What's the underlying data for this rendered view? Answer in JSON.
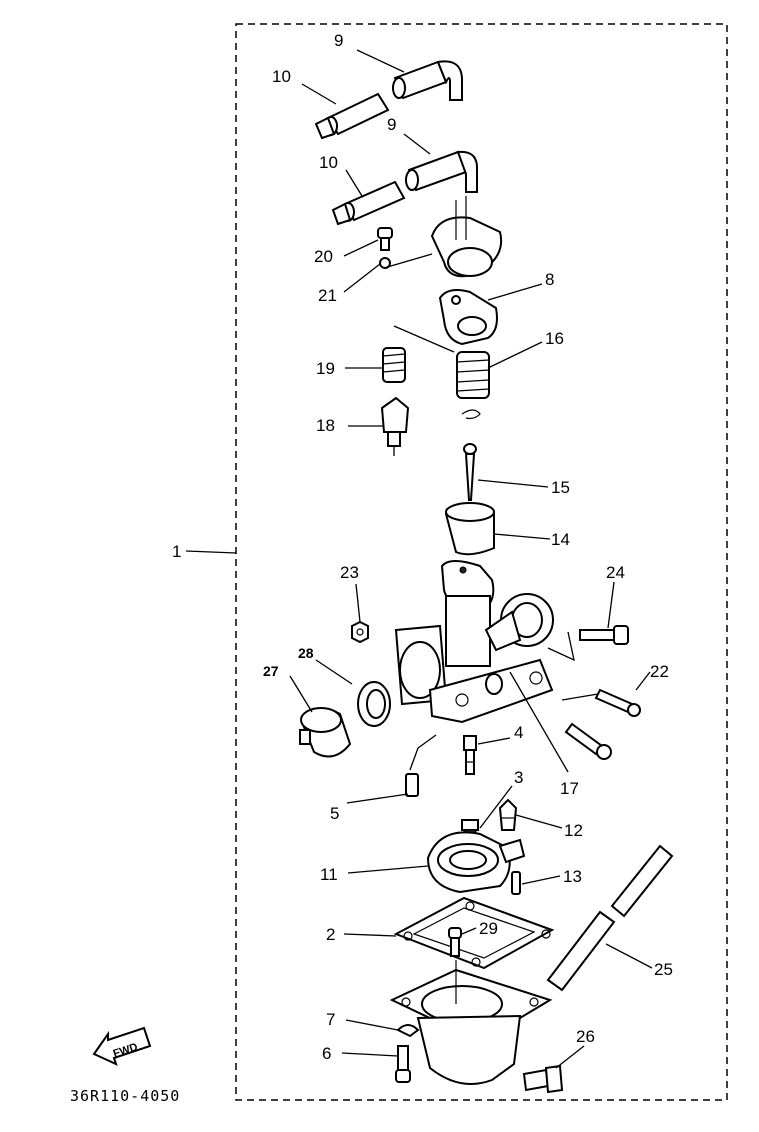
{
  "diagram": {
    "code": "36R110-4050",
    "fwd_label": "FWD",
    "callouts": [
      {
        "id": "c1",
        "text": "1"
      },
      {
        "id": "c2",
        "text": "2"
      },
      {
        "id": "c3",
        "text": "3"
      },
      {
        "id": "c4",
        "text": "4"
      },
      {
        "id": "c5",
        "text": "5"
      },
      {
        "id": "c6",
        "text": "6"
      },
      {
        "id": "c7",
        "text": "7"
      },
      {
        "id": "c8",
        "text": "8"
      },
      {
        "id": "c9a",
        "text": "9"
      },
      {
        "id": "c9b",
        "text": "9"
      },
      {
        "id": "c10a",
        "text": "10"
      },
      {
        "id": "c10b",
        "text": "10"
      },
      {
        "id": "c11",
        "text": "11"
      },
      {
        "id": "c12",
        "text": "12"
      },
      {
        "id": "c13",
        "text": "13"
      },
      {
        "id": "c14",
        "text": "14"
      },
      {
        "id": "c15",
        "text": "15"
      },
      {
        "id": "c16",
        "text": "16"
      },
      {
        "id": "c17",
        "text": "17"
      },
      {
        "id": "c18",
        "text": "18"
      },
      {
        "id": "c19",
        "text": "19"
      },
      {
        "id": "c20",
        "text": "20"
      },
      {
        "id": "c21",
        "text": "21"
      },
      {
        "id": "c22",
        "text": "22"
      },
      {
        "id": "c23",
        "text": "23"
      },
      {
        "id": "c24",
        "text": "24"
      },
      {
        "id": "c25",
        "text": "25"
      },
      {
        "id": "c26",
        "text": "26"
      },
      {
        "id": "c27",
        "text": "27"
      },
      {
        "id": "c28",
        "text": "28"
      },
      {
        "id": "c29",
        "text": "29"
      }
    ]
  }
}
